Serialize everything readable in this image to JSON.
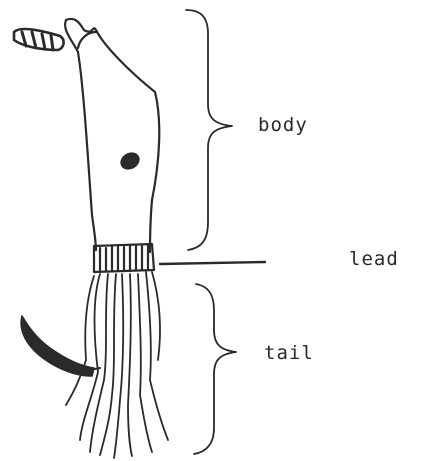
{
  "labels": {
    "body": "body",
    "lead": "lead",
    "tail": "tail"
  },
  "colors": {
    "ink": "#2a2a2a",
    "background": "#ffffff"
  }
}
